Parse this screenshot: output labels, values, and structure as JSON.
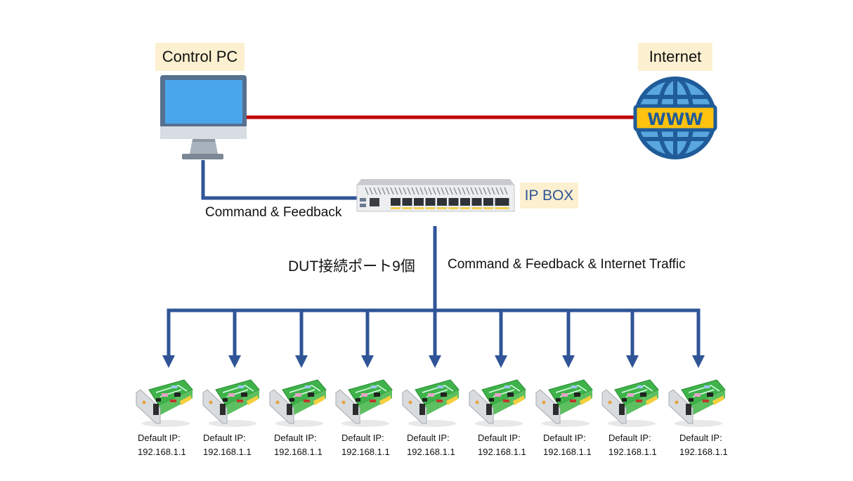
{
  "colors": {
    "link_blue": "#2f5597",
    "internet_red": "#c00000",
    "label_bg": "#fdf0d0",
    "monitor_frame": "#56708f",
    "monitor_screen": "#4aa6ec",
    "globe_blue": "#1f5c99",
    "globe_light": "#5aa7e0",
    "www_band": "#ffc20e"
  },
  "nodes": {
    "control_pc": {
      "label": "Control PC",
      "icon": "desktop-monitor-icon"
    },
    "internet": {
      "label": "Internet",
      "icon": "globe-www-icon",
      "band_text": "WWW"
    },
    "ip_box": {
      "label": "IP BOX",
      "icon": "network-appliance-icon"
    }
  },
  "links": {
    "pc_to_ipbox": "Command & Feedback",
    "ipbox_to_duts": "Command & Feedback & Internet Traffic",
    "dut_ports": "DUT接続ポート9個"
  },
  "duts": [
    {
      "line1": "Default IP:",
      "line2": "192.168.1.1"
    },
    {
      "line1": "Default IP:",
      "line2": "192.168.1.1"
    },
    {
      "line1": "Default IP:",
      "line2": "192.168.1.1"
    },
    {
      "line1": "Default IP:",
      "line2": "192.168.1.1"
    },
    {
      "line1": "Default IP:",
      "line2": "192.168.1.1"
    },
    {
      "line1": "Default IP:",
      "line2": "192.168.1.1"
    },
    {
      "line1": "Default IP:",
      "line2": "192.168.1.1"
    },
    {
      "line1": "Default IP:",
      "line2": "192.168.1.1"
    },
    {
      "line1": "Default IP:",
      "line2": "192.168.1.1"
    }
  ]
}
